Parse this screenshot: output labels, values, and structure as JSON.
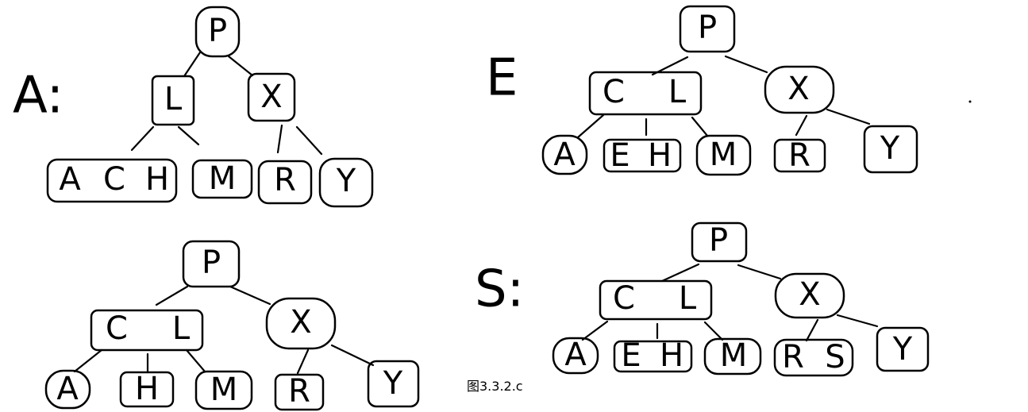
{
  "caption": "图3.3.2.c",
  "trees": [
    {
      "label": "A:",
      "root": [
        "P"
      ],
      "level1": [
        [
          "L"
        ],
        [
          "X"
        ]
      ],
      "leaves": [
        [
          "A",
          "C",
          "H"
        ],
        [
          "M"
        ],
        [
          "R"
        ],
        [
          "Y"
        ]
      ]
    },
    {
      "label": "E",
      "root": [
        "P"
      ],
      "level1": [
        [
          "C",
          "L"
        ],
        [
          "X"
        ]
      ],
      "leaves": [
        [
          "A"
        ],
        [
          "E",
          "H"
        ],
        [
          "M"
        ],
        [
          "R"
        ],
        [
          "Y"
        ]
      ]
    },
    {
      "label": "",
      "root": [
        "P"
      ],
      "level1": [
        [
          "C",
          "L"
        ],
        [
          "X"
        ]
      ],
      "leaves": [
        [
          "A"
        ],
        [
          "H"
        ],
        [
          "M"
        ],
        [
          "R"
        ],
        [
          "Y"
        ]
      ]
    },
    {
      "label": "S:",
      "root": [
        "P"
      ],
      "level1": [
        [
          "C",
          "L"
        ],
        [
          "X"
        ]
      ],
      "leaves": [
        [
          "A"
        ],
        [
          "E",
          "H"
        ],
        [
          "M"
        ],
        [
          "R",
          "S"
        ],
        [
          "Y"
        ]
      ]
    }
  ]
}
